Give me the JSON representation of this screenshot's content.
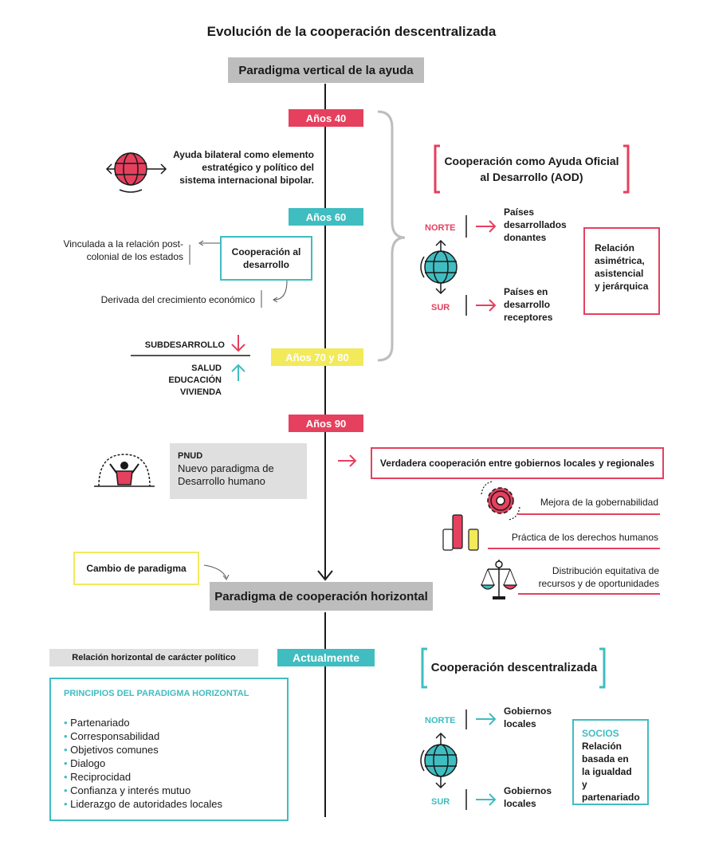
{
  "title": "Evolución de la cooperación descentralizada",
  "paradigm_vertical": "Paradigma vertical de la ayuda",
  "paradigm_horizontal": "Paradigma de cooperación horizontal",
  "eras": {
    "e40": "Años 40",
    "e60": "Años 60",
    "e7080": "Años 70 y 80",
    "e90": "Años 90",
    "now": "Actualmente"
  },
  "left": {
    "bilateral": "Ayuda bilateral como elemento estratégico y político del sistema internacional bipolar.",
    "coop_desarrollo": "Cooperación al desarrollo",
    "postcolonial": "Vinculada a la relación post-colonial de los estados",
    "crecimiento": "Derivada del crecimiento económico",
    "subdesarrollo": "SUBDESARROLLO",
    "salud": "SALUD",
    "educacion": "EDUCACIÓN",
    "vivienda": "VIVIENDA",
    "pnud_title": "PNUD",
    "pnud_text": "Nuevo paradigma de Desarrollo humano",
    "cambio": "Cambio de paradigma",
    "relacion_politica": "Relación horizontal de carácter político",
    "principios_title": "PRINCIPIOS DEL PARADIGMA HORIZONTAL",
    "principios": [
      "Partenariado",
      "Corresponsabilidad",
      "Objetivos comunes",
      "Dialogo",
      "Reciprocidad",
      "Confianza y interés mutuo",
      "Liderazgo de autoridades locales"
    ]
  },
  "right": {
    "aod": "Cooperación como Ayuda Oficial al Desarrollo (AOD)",
    "norte": "NORTE",
    "sur": "SUR",
    "paises_desarrollados": "Países desarrollados donantes",
    "paises_desarrollo": "Países en desarrollo receptores",
    "relacion_asimetrica": "Relación asimétrica, asistencial y jerárquica",
    "verdadera": "Verdadera cooperación entre gobiernos locales y regionales",
    "gobernabilidad": "Mejora de la gobernabilidad",
    "derechos": "Práctica de los derechos humanos",
    "distribucion": "Distribución equitativa de recursos y de oportunidades",
    "descentralizada": "Cooperación descentralizada",
    "gobiernos_norte": "Gobiernos locales",
    "gobiernos_sur": "Gobiernos locales",
    "socios_title": "SOCIOS",
    "socios_text": "Relación basada en la igualdad y partenariado"
  },
  "colors": {
    "red": "#e5405e",
    "teal": "#3fbdc1",
    "yellow": "#f2ea5a",
    "gray": "#bdbdbd",
    "lightgray": "#e0dfdf"
  }
}
